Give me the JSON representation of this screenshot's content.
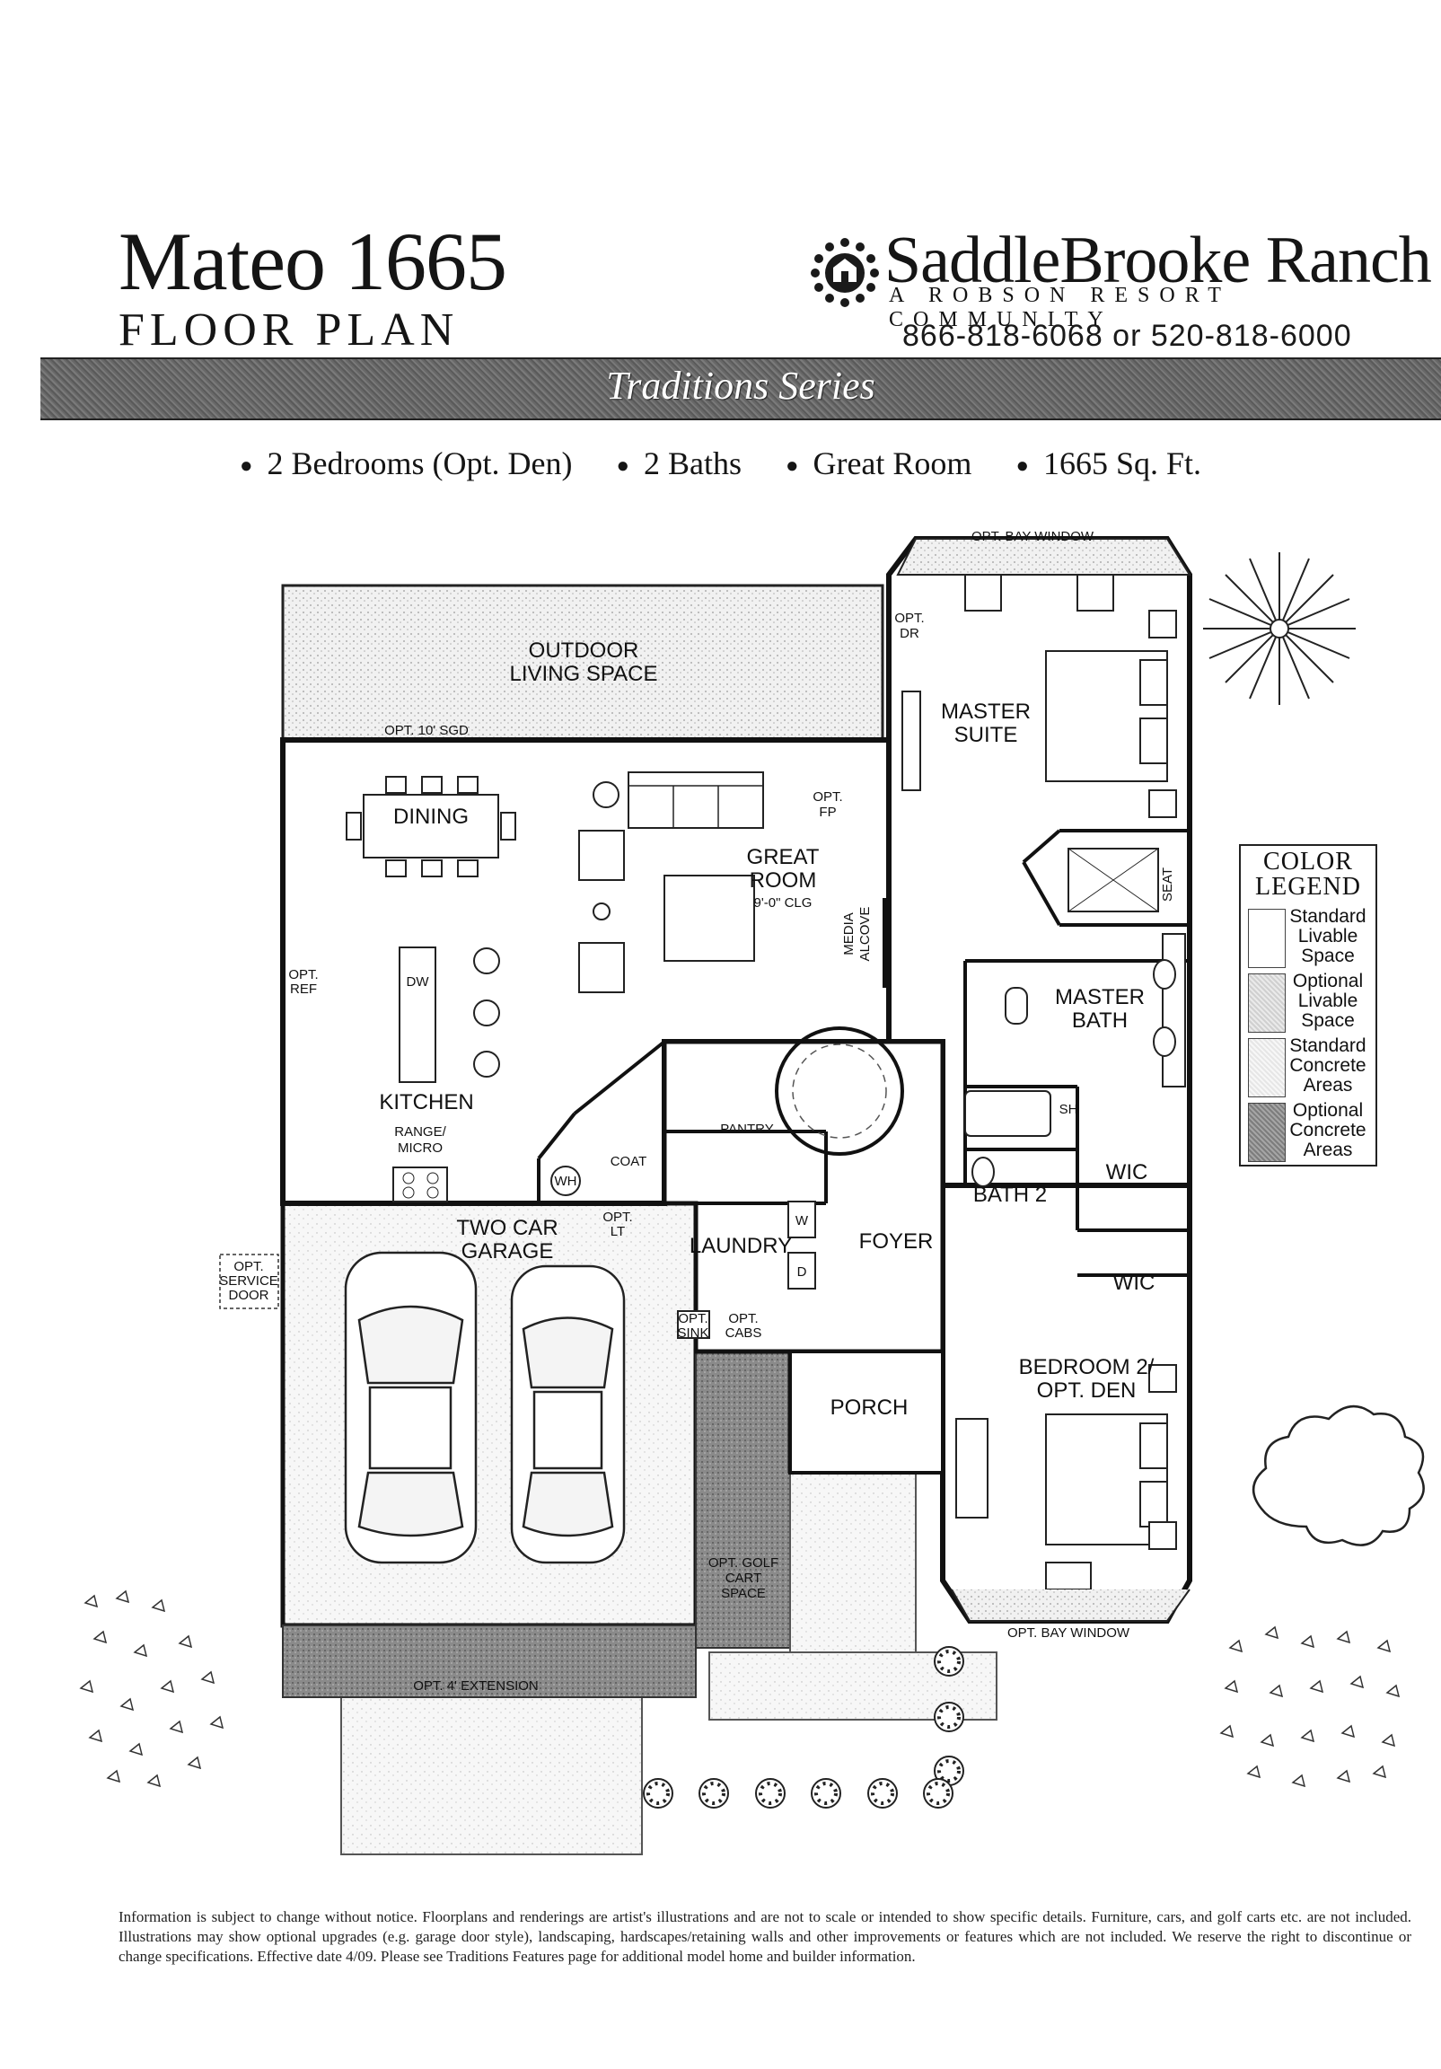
{
  "header": {
    "title": "Mateo 1665",
    "subtitle": "FLOOR PLAN",
    "brand_name": "SaddleBrooke Ranch",
    "brand_tagline": "A ROBSON RESORT COMMUNITY",
    "phone": "866-818-6068 or 520-818-6000",
    "series": "Traditions Series"
  },
  "features": [
    "2 Bedrooms (Opt. Den)",
    "2 Baths",
    "Great Room",
    "1665 Sq. Ft."
  ],
  "plan": {
    "rooms": {
      "outdoor": "OUTDOOR",
      "outdoor2": "LIVING SPACE",
      "great": "GREAT",
      "great2": "ROOM",
      "ceiling": "9'-0\" CLG",
      "dining": "DINING",
      "kitchen": "KITCHEN",
      "master_suite": "MASTER",
      "master_suite2": "SUITE",
      "master_bath": "MASTER",
      "master_bath2": "BATH",
      "wic1": "WIC",
      "wic2": "WIC",
      "bath2": "BATH 2",
      "bedroom2": "BEDROOM 2/",
      "bedroom2b": "OPT. DEN",
      "foyer": "FOYER",
      "porch": "PORCH",
      "laundry": "LAUNDRY",
      "pantry": "PANTRY",
      "coat": "COAT",
      "garage": "TWO CAR",
      "garage2": "GARAGE"
    },
    "labels": {
      "opt_sgd": "OPT. 10' SGD",
      "opt_bay_top": "OPT. BAY WINDOW",
      "opt_bay_bottom": "OPT. BAY WINDOW",
      "opt_dr": "OPT.",
      "opt_dr2": "DR",
      "opt_fp": "OPT.",
      "opt_fp2": "FP",
      "media": "MEDIA",
      "media2": "ALCOVE",
      "opt_ref": "OPT.",
      "opt_ref2": "REF",
      "dw": "DW",
      "range": "RANGE/",
      "range2": "MICRO",
      "wh": "WH",
      "opt_lt": "OPT.",
      "opt_lt2": "LT",
      "opt_sink": "OPT.",
      "opt_sink2": "SINK",
      "opt_cabs": "OPT.",
      "opt_cabs2": "CABS",
      "washer": "W",
      "dryer": "D",
      "seat": "SEAT",
      "sh": "SH",
      "service1": "OPT.",
      "service2": "SERVICE",
      "service3": "DOOR",
      "golf1": "OPT. GOLF",
      "golf2": "CART",
      "golf3": "SPACE",
      "extension": "OPT. 4' EXTENSION"
    }
  },
  "legend": {
    "title": "COLOR LEGEND",
    "items": [
      {
        "label1": "Standard",
        "label2": "Livable",
        "label3": "Space",
        "fill": "#ffffff"
      },
      {
        "label1": "Optional",
        "label2": "Livable",
        "label3": "Space",
        "fill": "#dcdcdc"
      },
      {
        "label1": "Standard",
        "label2": "Concrete",
        "label3": "Areas",
        "fill": "#ececec"
      },
      {
        "label1": "Optional",
        "label2": "Concrete",
        "label3": "Areas",
        "fill": "#9a9a9a"
      }
    ]
  },
  "disclaimer": "Information is subject to change without notice. Floorplans and renderings are artist's illustrations and are not to scale or intended to show specific details. Furniture, cars, and golf carts etc. are not included. Illustrations may show optional upgrades (e.g. garage door style), landscaping, hardscapes/retaining walls and other improvements or features which are not included. We reserve the right to discontinue or change specifications. Effective date 4/09. Please see Traditions Features page for additional model home and builder information."
}
